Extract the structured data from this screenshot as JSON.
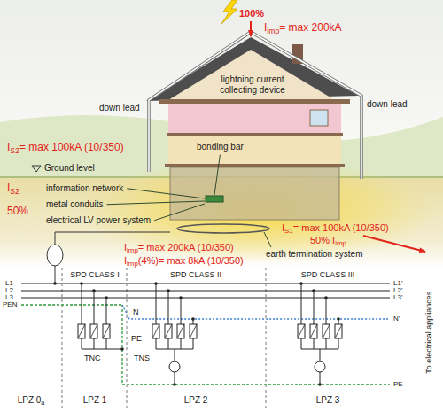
{
  "diagram": {
    "labels": [
      "100%",
      "Iimp= max 200kA",
      "lightning current collecting device",
      "down lead",
      "down lead",
      "IS2= max 100kA (10/350)",
      "bonding bar",
      "Ground level",
      "IS2",
      "information network",
      "50%",
      "metal conduits",
      "electrical LV power system",
      "IS1= max 100kA (10/350)",
      "50% Iimp",
      "Iimp= max 200kA (10/350)",
      "Iimp(4%)= max 8kA (10/350)",
      "earth termination system",
      "L1",
      "L2",
      "L3",
      "PEN",
      "SPD CLASS I",
      "SPD CLASS II",
      "SPD CLASS III",
      "L1'",
      "L2'",
      "L3'",
      "N",
      "N'",
      "PE",
      "TNC",
      "TNS",
      "PE",
      "To electrical appliances",
      "LPZ 0a",
      "LPZ 1",
      "LPZ 2",
      "LPZ 3"
    ]
  }
}
